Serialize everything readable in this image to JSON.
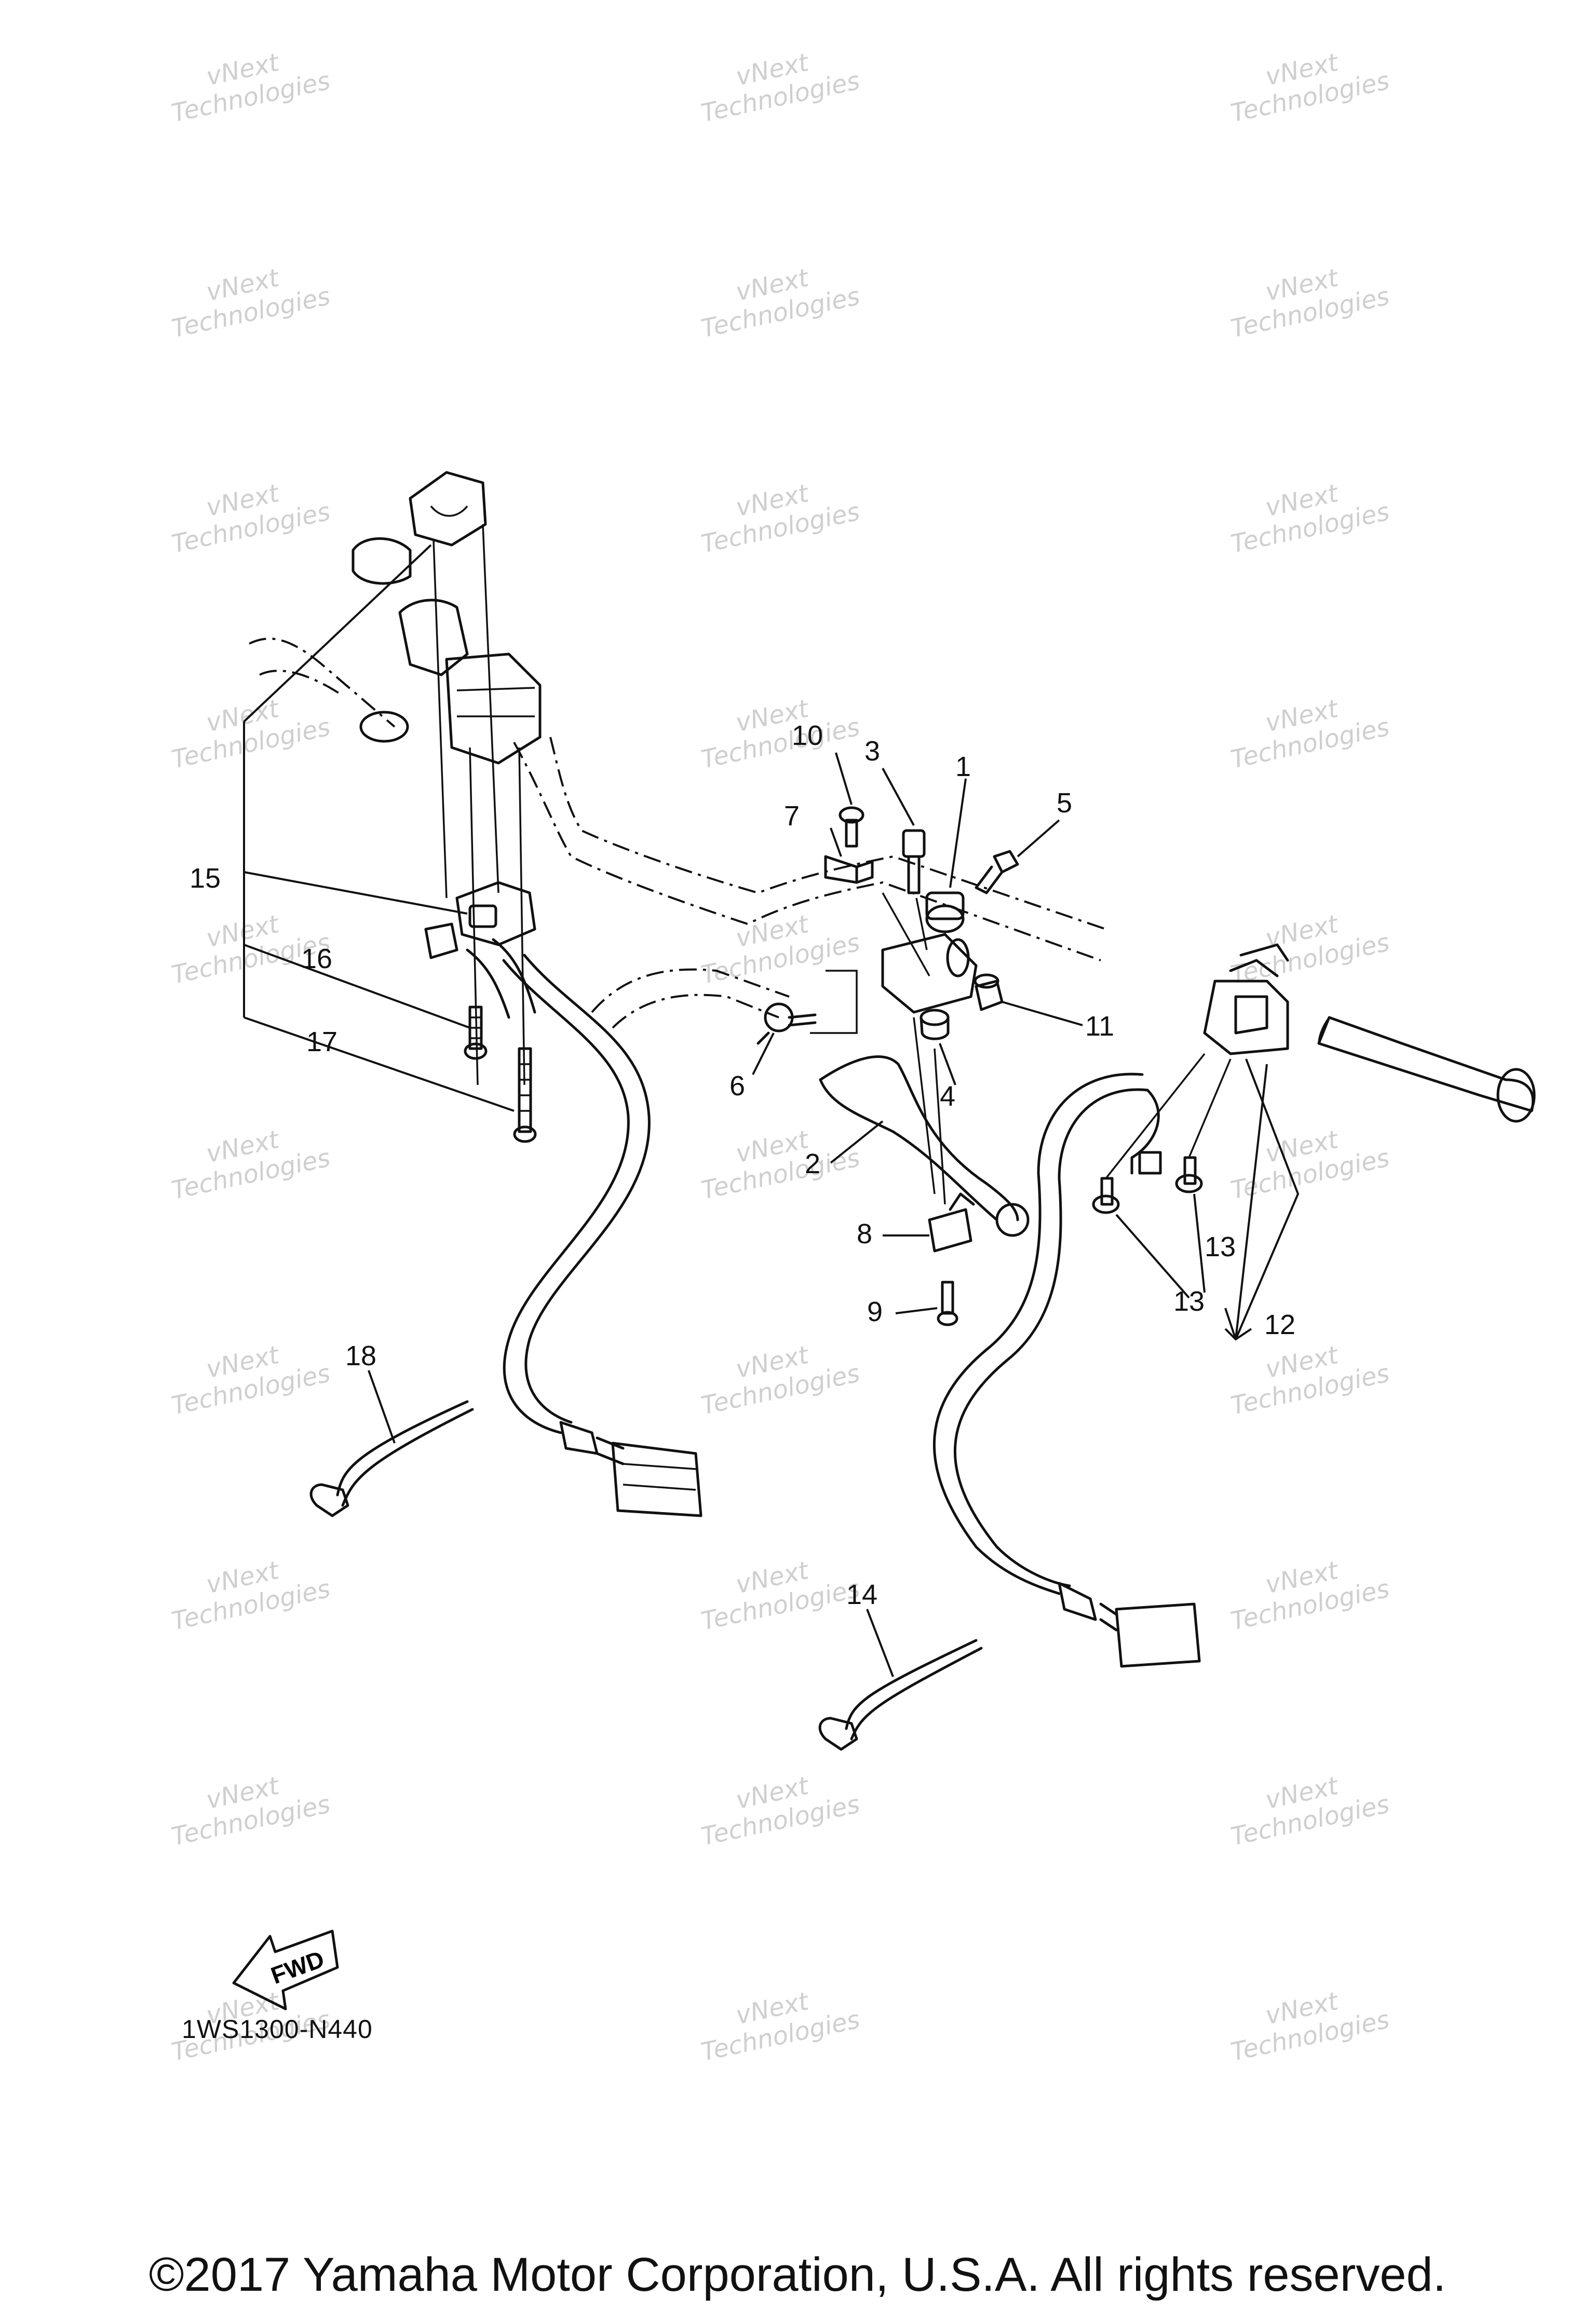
{
  "watermark": {
    "line1": "vNext",
    "line2": "Technologies"
  },
  "callouts": [
    {
      "id": "c1",
      "text": "1"
    },
    {
      "id": "c2",
      "text": "2"
    },
    {
      "id": "c3",
      "text": "3"
    },
    {
      "id": "c4",
      "text": "4"
    },
    {
      "id": "c5",
      "text": "5"
    },
    {
      "id": "c6",
      "text": "6"
    },
    {
      "id": "c7",
      "text": "7"
    },
    {
      "id": "c8",
      "text": "8"
    },
    {
      "id": "c9",
      "text": "9"
    },
    {
      "id": "c10",
      "text": "10"
    },
    {
      "id": "c11",
      "text": "11"
    },
    {
      "id": "c12",
      "text": "12"
    },
    {
      "id": "c13a",
      "text": "13"
    },
    {
      "id": "c13b",
      "text": "13"
    },
    {
      "id": "c14",
      "text": "14"
    },
    {
      "id": "c15",
      "text": "15"
    },
    {
      "id": "c16",
      "text": "16"
    },
    {
      "id": "c17",
      "text": "17"
    },
    {
      "id": "c18",
      "text": "18"
    }
  ],
  "fwd_label": "FWD",
  "drawing_code": "1WS1300-N440",
  "copyright": "©2017 Yamaha Motor Corporation, U.S.A. All rights reserved."
}
